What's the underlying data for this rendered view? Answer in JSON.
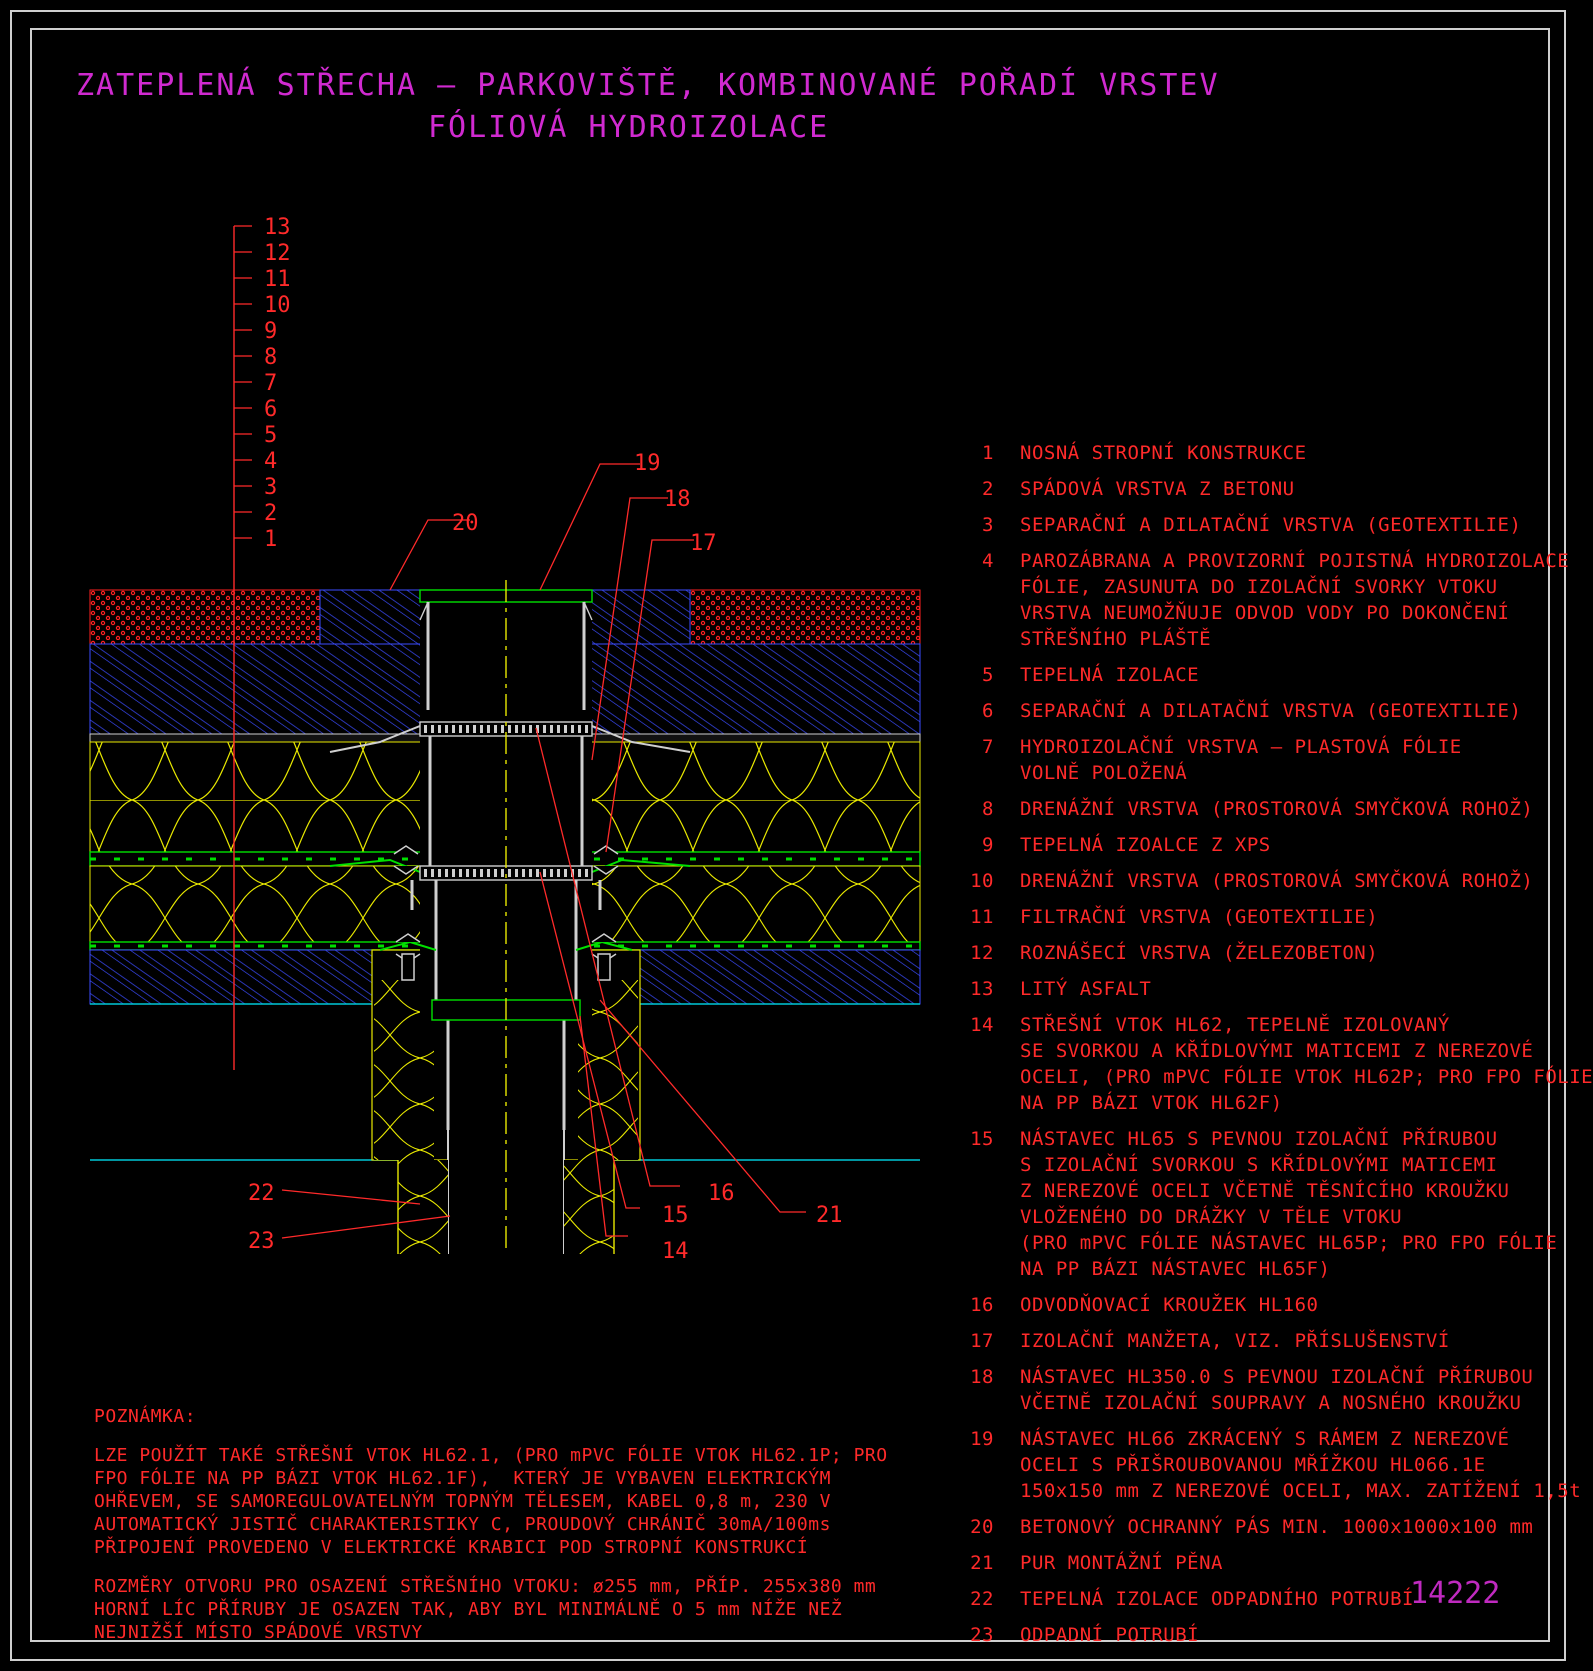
{
  "title": {
    "line1": "ZATEPLENÁ STŘECHA – PARKOVIŠTĚ, KOMBINOVANÉ POŘADÍ VRSTEV",
    "line2": "FÓLIOVÁ HYDROIZOLACE"
  },
  "layer_scale": [
    "13",
    "12",
    "11",
    "10",
    "9",
    "8",
    "7",
    "6",
    "5",
    "4",
    "3",
    "2",
    "1"
  ],
  "callouts": [
    "19",
    "18",
    "17",
    "20",
    "16",
    "15",
    "14",
    "21",
    "22",
    "23"
  ],
  "legend": [
    {
      "num": "1",
      "text": "NOSNÁ STROPNÍ KONSTRUKCE"
    },
    {
      "num": "2",
      "text": "SPÁDOVÁ VRSTVA Z BETONU"
    },
    {
      "num": "3",
      "text": "SEPARAČNÍ A DILATAČNÍ VRSTVA (GEOTEXTILIE)"
    },
    {
      "num": "4",
      "text": "PAROZÁBRANA A PROVIZORNÍ POJISTNÁ HYDROIZOLACE\nFÓLIE, ZASUNUTA DO IZOLAČNÍ SVORKY VTOKU\nVRSTVA NEUMOŽŇUJE ODVOD VODY PO DOKONČENÍ\nSTŘEŠNÍHO PLÁŠTĚ"
    },
    {
      "num": "5",
      "text": "TEPELNÁ IZOLACE"
    },
    {
      "num": "6",
      "text": "SEPARAČNÍ A DILATAČNÍ VRSTVA (GEOTEXTILIE)"
    },
    {
      "num": "7",
      "text": "HYDROIZOLAČNÍ VRSTVA – PLASTOVÁ FÓLIE\nVOLNĚ POLOŽENÁ"
    },
    {
      "num": "8",
      "text": "DRENÁŽNÍ VRSTVA (PROSTOROVÁ SMYČKOVÁ ROHOŽ)"
    },
    {
      "num": "9",
      "text": "TEPELNÁ IZOALCE Z XPS"
    },
    {
      "num": "10",
      "text": "DRENÁŽNÍ VRSTVA (PROSTOROVÁ SMYČKOVÁ ROHOŽ)"
    },
    {
      "num": "11",
      "text": "FILTRAČNÍ VRSTVA (GEOTEXTILIE)"
    },
    {
      "num": "12",
      "text": "ROZNÁŠECÍ VRSTVA (ŽELEZOBETON)"
    },
    {
      "num": "13",
      "text": "LITÝ ASFALT"
    },
    {
      "num": "14",
      "text": "STŘEŠNÍ VTOK HL62, TEPELNĚ IZOLOVANÝ\nSE SVORKOU A KŘÍDLOVÝMI MATICEMI Z NEREZOVÉ\nOCELI, (PRO mPVC FÓLIE VTOK HL62P; PRO FPO FÓLIE\nNA PP BÁZI VTOK HL62F)"
    },
    {
      "num": "15",
      "text": "NÁSTAVEC HL65 S PEVNOU IZOLAČNÍ PŘÍRUBOU\nS IZOLAČNÍ SVORKOU S KŘÍDLOVÝMI MATICEMI\nZ NEREZOVÉ OCELI VČETNĚ TĚSNÍCÍHO KROUŽKU\nVLOŽENÉHO DO DRÁŽKY V TĚLE VTOKU\n(PRO mPVC FÓLIE NÁSTAVEC HL65P; PRO FPO FÓLIE\nNA PP BÁZI NÁSTAVEC HL65F)"
    },
    {
      "num": "16",
      "text": "ODVODŇOVACÍ KROUŽEK HL160"
    },
    {
      "num": "17",
      "text": "IZOLAČNÍ MANŽETA, VIZ. PŘÍSLUŠENSTVÍ"
    },
    {
      "num": "18",
      "text": "NÁSTAVEC HL350.0 S PEVNOU IZOLAČNÍ PŘÍRUBOU\nVČETNĚ IZOLAČNÍ SOUPRAVY A NOSNÉHO KROUŽKU"
    },
    {
      "num": "19",
      "text": "NÁSTAVEC HL66 ZKRÁCENÝ S RÁMEM Z NEREZOVÉ\nOCELI S PŘIŠROUBOVANOU MŘÍŽKOU HL066.1E\n150x150 mm Z NEREZOVÉ OCELI, MAX. ZATÍŽENÍ 1,5t"
    },
    {
      "num": "20",
      "text": "BETONOVÝ OCHRANNÝ PÁS MIN. 1000x1000x100 mm"
    },
    {
      "num": "21",
      "text": "PUR MONTÁŽNÍ PĚNA"
    },
    {
      "num": "22",
      "text": "TEPELNÁ IZOLACE ODPADNÍHO POTRUBÍ"
    },
    {
      "num": "23",
      "text": "ODPADNÍ POTRUBÍ"
    }
  ],
  "note": {
    "heading": "POZNÁMKA:",
    "para1": [
      "LZE POUŽÍT TAKÉ STŘEŠNÍ VTOK HL62.1, (PRO mPVC FÓLIE VTOK HL62.1P; PRO",
      "FPO FÓLIE NA PP BÁZI VTOK HL62.1F),  KTERÝ JE VYBAVEN ELEKTRICKÝM",
      "OHŘEVEM, SE SAMOREGULOVATELNÝM TOPNÝM TĚLESEM, KABEL 0,8 m, 230 V",
      "AUTOMATICKÝ JISTIČ CHARAKTERISTIKY C, PROUDOVÝ CHRÁNIČ 30mA/100ms",
      "PŘIPOJENÍ PROVEDENO V ELEKTRICKÉ KRABICI POD STROPNÍ KONSTRUKCÍ"
    ],
    "para2": [
      "ROZMĚRY OTVORU PRO OSAZENÍ STŘEŠNÍHO VTOKU: ø255 mm, PŘÍP. 255x380 mm",
      "HORNÍ LÍC PŘÍRUBY JE OSAZEN TAK, ABY BYL MINIMÁLNĚ O 5 mm NÍŽE NEŽ",
      "NEJNIŽŠÍ MÍSTO SPÁDOVÉ VRSTVY"
    ]
  },
  "drawing_number": "14222",
  "colors": {
    "title": "#d02ad0",
    "text": "#ff2a2a",
    "asphalt": "#ff2020",
    "concrete": "#3b4cff",
    "insulation": "#e8e800",
    "membrane": "#00e000",
    "pipe": "#ffffff",
    "ceiling": "#00c8d8"
  }
}
